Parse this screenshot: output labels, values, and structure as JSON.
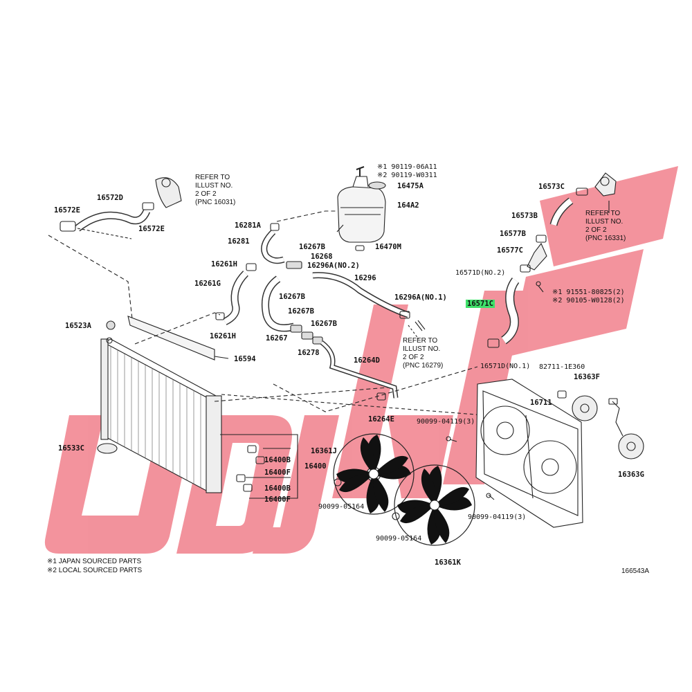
{
  "watermark": {
    "text": "UDJAJA",
    "color": "#f07b87"
  },
  "highlight_color": "#3fe06a",
  "parts": [
    {
      "id": "p1",
      "label": "16572D"
    },
    {
      "id": "p2",
      "label": "16572E"
    },
    {
      "id": "p3",
      "label": "16572E"
    },
    {
      "id": "p4",
      "label": "16281A"
    },
    {
      "id": "p5",
      "label": "16281"
    },
    {
      "id": "p6",
      "label": "16267B"
    },
    {
      "id": "p7",
      "label": "16268"
    },
    {
      "id": "p8",
      "label": "16261H"
    },
    {
      "id": "p9",
      "label": "16296A(NO.2)"
    },
    {
      "id": "p10",
      "label": "16261G"
    },
    {
      "id": "p11",
      "label": "16267B"
    },
    {
      "id": "p12",
      "label": "16296"
    },
    {
      "id": "p13",
      "label": "16296A(NO.1)"
    },
    {
      "id": "p14",
      "label": "16267B"
    },
    {
      "id": "p15",
      "label": "16267B"
    },
    {
      "id": "p16",
      "label": "16523A"
    },
    {
      "id": "p17",
      "label": "16261H"
    },
    {
      "id": "p18",
      "label": "16267"
    },
    {
      "id": "p19",
      "label": "16278"
    },
    {
      "id": "p20",
      "label": "16594"
    },
    {
      "id": "p21",
      "label": "16264D"
    },
    {
      "id": "p22",
      "label": "16264E"
    },
    {
      "id": "p23",
      "label": "16533C"
    },
    {
      "id": "p24",
      "label": "16400B"
    },
    {
      "id": "p25",
      "label": "16400F"
    },
    {
      "id": "p26",
      "label": "16400"
    },
    {
      "id": "p27",
      "label": "16400B"
    },
    {
      "id": "p28",
      "label": "16400F"
    },
    {
      "id": "p29",
      "label": "16361J"
    },
    {
      "id": "p30",
      "label": "90099-05164"
    },
    {
      "id": "p31",
      "label": "90099-05164"
    },
    {
      "id": "p32",
      "label": "16361K"
    },
    {
      "id": "p33",
      "label": "90099-04119(3)"
    },
    {
      "id": "p34",
      "label": "16711"
    },
    {
      "id": "p35",
      "label": "90099-04119(3)"
    },
    {
      "id": "p36",
      "label": "16475A"
    },
    {
      "id": "p37",
      "label": "164A2"
    },
    {
      "id": "p38",
      "label": "16470M"
    },
    {
      "id": "p39",
      "label": "16573C"
    },
    {
      "id": "p40",
      "label": "16573B"
    },
    {
      "id": "p41",
      "label": "16577B"
    },
    {
      "id": "p42",
      "label": "16577C"
    },
    {
      "id": "p43",
      "label": "16571D(NO.2)"
    },
    {
      "id": "p44",
      "label": "16571C"
    },
    {
      "id": "p45",
      "label": "16571D(NO.1)"
    },
    {
      "id": "p46",
      "label": "82711-1E360"
    },
    {
      "id": "p47",
      "label": "16363F"
    },
    {
      "id": "p48",
      "label": "16363G"
    }
  ],
  "codes": {
    "cap_bolt_1": "※1 90119-06A11",
    "cap_bolt_2": "※2 90119-W0311",
    "bolt_1": "※1 91551-80825(2)",
    "bolt_2": "※2 90105-W0128(2)"
  },
  "refs": {
    "ref1": [
      "REFER TO",
      "ILLUST NO.",
      "2 OF 2",
      "(PNC 16031)"
    ],
    "ref2": [
      "REFER TO",
      "ILLUST NO.",
      "2 OF 2",
      "(PNC 16331)"
    ],
    "ref3": [
      "REFER TO",
      "ILLUST NO.",
      "2 OF 2",
      "(PNC 16279)"
    ]
  },
  "notes": [
    "※1 JAPAN SOURCED PARTS",
    "※2 LOCAL SOURCED PARTS"
  ],
  "figure_id": "166543A"
}
